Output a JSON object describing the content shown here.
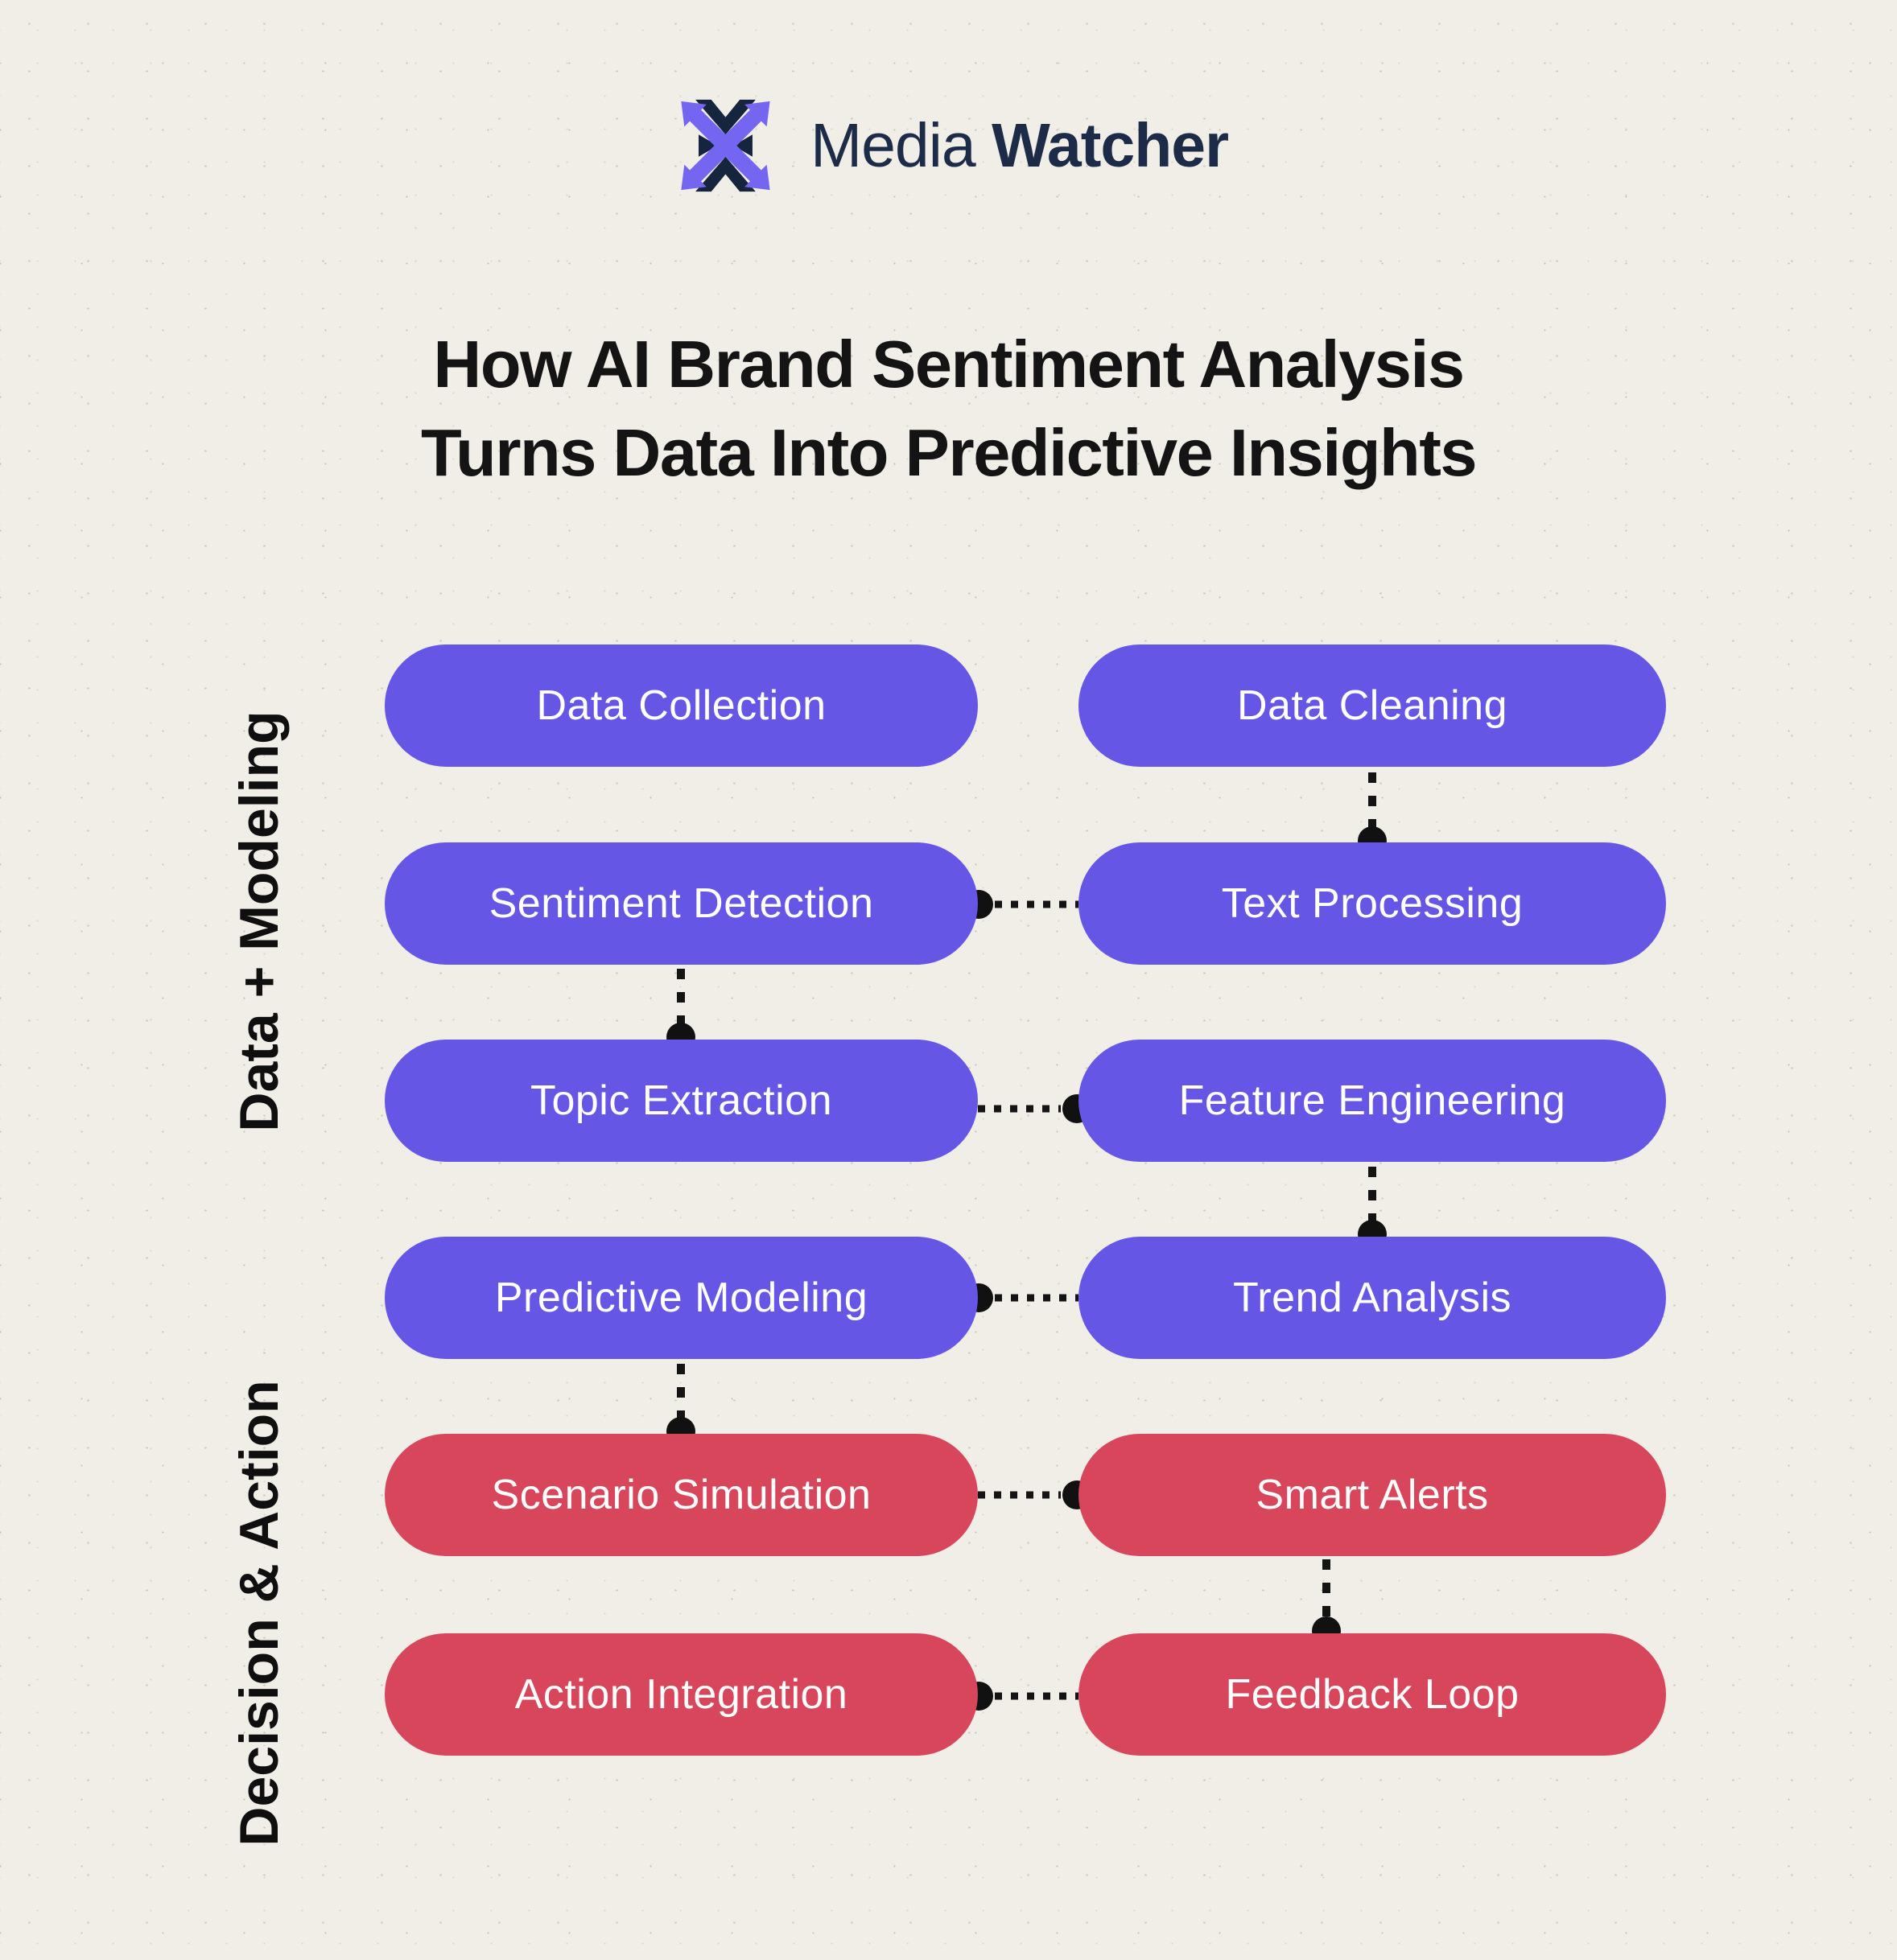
{
  "brand": {
    "name_regular": "Media",
    "name_bold": "Watcher",
    "logo_icon": "x-arrows-icon"
  },
  "title": {
    "line1": "How AI Brand Sentiment Analysis",
    "line2": "Turns Data Into Predictive Insights"
  },
  "side_labels": [
    {
      "id": "data-modeling",
      "label": "Data + Modeling"
    },
    {
      "id": "decision-action",
      "label": "Decision & Action"
    }
  ],
  "flow": {
    "stages": [
      {
        "label": "Data Collection",
        "phase": "data-modeling",
        "column": "left",
        "row": 1
      },
      {
        "label": "Data Cleaning",
        "phase": "data-modeling",
        "column": "right",
        "row": 1
      },
      {
        "label": "Sentiment Detection",
        "phase": "data-modeling",
        "column": "left",
        "row": 2
      },
      {
        "label": "Text Processing",
        "phase": "data-modeling",
        "column": "right",
        "row": 2
      },
      {
        "label": "Topic Extraction",
        "phase": "data-modeling",
        "column": "left",
        "row": 3
      },
      {
        "label": "Feature Engineering",
        "phase": "data-modeling",
        "column": "right",
        "row": 3
      },
      {
        "label": "Predictive Modeling",
        "phase": "data-modeling",
        "column": "left",
        "row": 4
      },
      {
        "label": "Trend Analysis",
        "phase": "data-modeling",
        "column": "right",
        "row": 4
      },
      {
        "label": "Scenario Simulation",
        "phase": "decision-action",
        "column": "left",
        "row": 5
      },
      {
        "label": "Smart Alerts",
        "phase": "decision-action",
        "column": "right",
        "row": 5
      },
      {
        "label": "Action Integration",
        "phase": "decision-action",
        "column": "left",
        "row": 6
      },
      {
        "label": "Feedback Loop",
        "phase": "decision-action",
        "column": "right",
        "row": 6
      }
    ],
    "connections": [
      "Data Cleaning -> Text Processing",
      "Text Processing -> Sentiment Detection",
      "Sentiment Detection -> Topic Extraction",
      "Topic Extraction -> Feature Engineering",
      "Feature Engineering -> Trend Analysis",
      "Trend Analysis -> Predictive Modeling",
      "Predictive Modeling -> Scenario Simulation",
      "Scenario Simulation -> Smart Alerts",
      "Smart Alerts -> Feedback Loop",
      "Feedback Loop -> Action Integration"
    ]
  },
  "colors": {
    "purple": "#6556E6",
    "red": "#D8465C",
    "background": "#F0EEE6",
    "navy": "#1C2B47",
    "logo_purple": "#7466F1",
    "title_text": "#141414",
    "connector": "#141414",
    "box_text": "#FFFFFF"
  }
}
